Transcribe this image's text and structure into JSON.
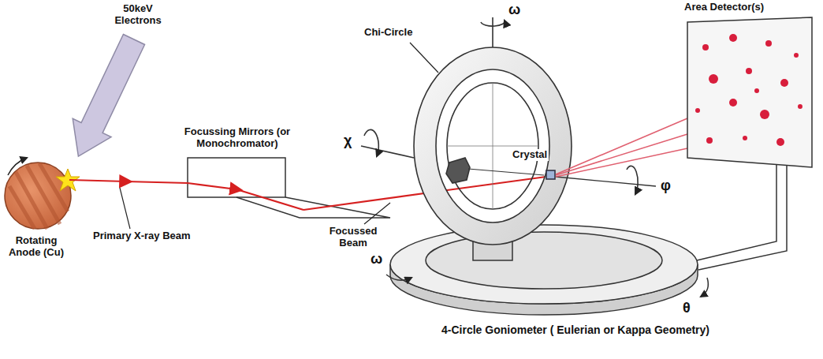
{
  "diagram": {
    "labels": [
      "50keV Electrons",
      "Chi-Circle",
      "ω",
      "Area Detector(s)",
      "Focussing Mirrors (or Monochromator)",
      "Crystal",
      "χ",
      "φ",
      "Rotating Anode (Cu)",
      "Primary X-ray Beam",
      "Focussed Beam",
      "ω",
      "θ",
      "4-Circle Goniometer ( Eulerian or Kappa Geometry)"
    ]
  }
}
